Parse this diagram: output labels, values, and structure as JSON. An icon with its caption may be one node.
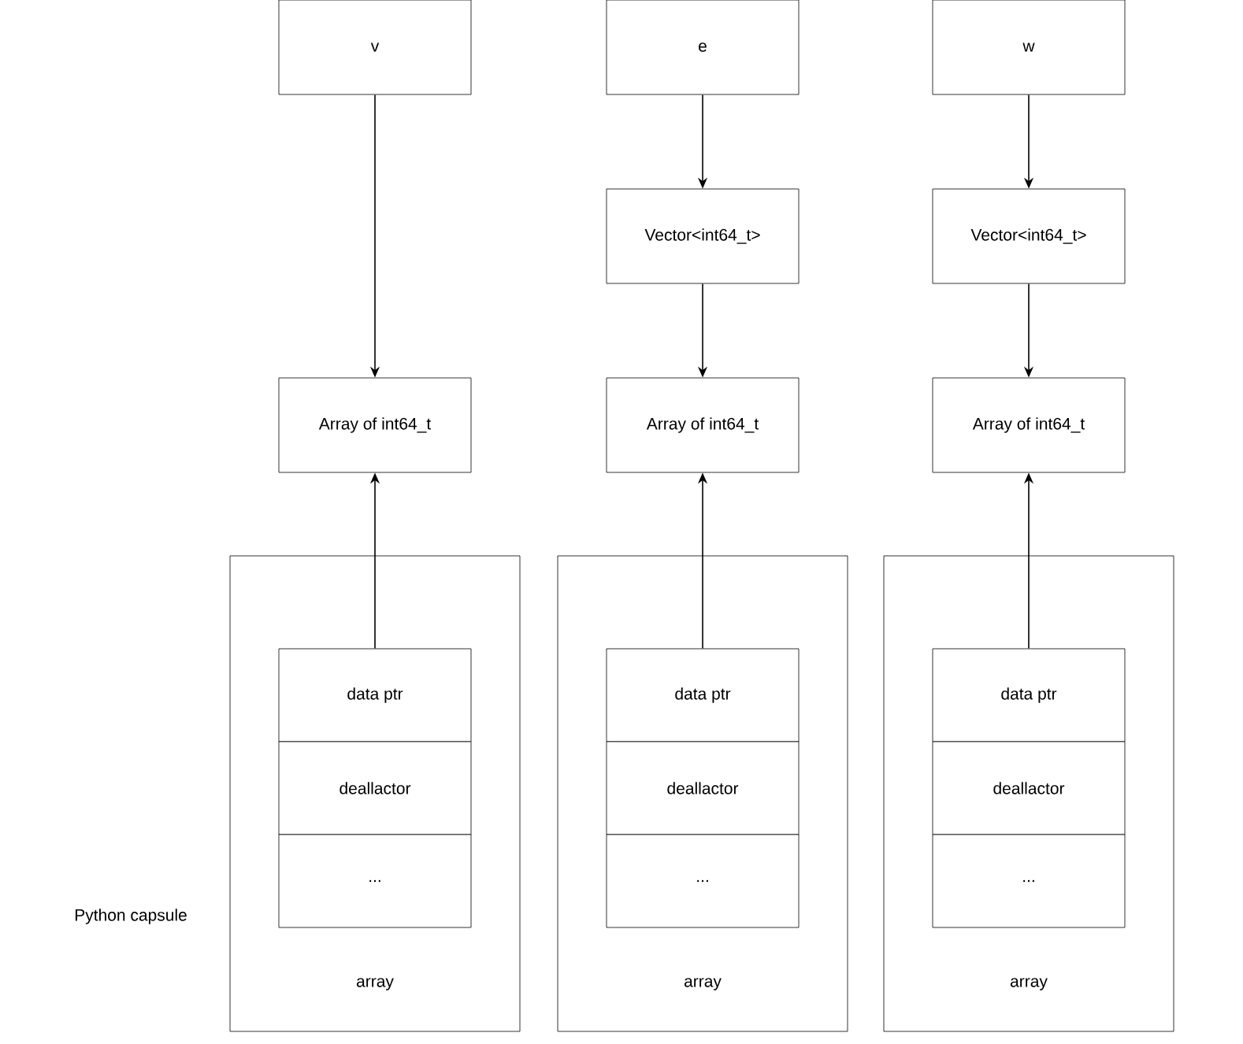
{
  "diagram": {
    "nodes": [
      {
        "text": [
          "v"
        ]
      },
      {
        "text": [
          "e"
        ]
      },
      {
        "text": [
          "w"
        ]
      },
      {
        "text": [
          "Vector<int64_t>"
        ]
      },
      {
        "text": [
          "Vector<int64_t>"
        ]
      },
      {
        "text": [
          "Array of int64_t"
        ]
      },
      {
        "text": [
          "Array of int64_t"
        ]
      },
      {
        "text": [
          "Array of int64_t"
        ]
      },
      {
        "text": [
          "array"
        ]
      },
      {
        "text": [
          "data ptr"
        ],
        "in": 8
      },
      {
        "text": [
          "deallactor"
        ],
        "in": 8
      },
      {
        "text": [
          "..."
        ],
        "in": 8
      },
      {
        "text": [
          "array"
        ]
      },
      {
        "text": [
          "data ptr"
        ],
        "in": 12
      },
      {
        "text": [
          "deallactor"
        ],
        "in": 12
      },
      {
        "text": [
          "..."
        ],
        "in": 12
      },
      {
        "text": [
          "array"
        ]
      },
      {
        "text": [
          "data ptr"
        ],
        "in": 16
      },
      {
        "text": [
          "deallactor"
        ],
        "in": 16
      },
      {
        "text": [
          "..."
        ],
        "in": 16
      }
    ],
    "edges": [
      {
        "from": 0,
        "to": 5,
        "arrow": "to"
      },
      {
        "from": 1,
        "to": 3,
        "arrow": "to"
      },
      {
        "from": 3,
        "to": 6,
        "arrow": "to"
      },
      {
        "from": 2,
        "to": 4,
        "arrow": "to"
      },
      {
        "from": 4,
        "to": 7,
        "arrow": "to"
      },
      {
        "from": 9,
        "to": 5,
        "arrow": "to"
      },
      {
        "from": 13,
        "to": 6,
        "arrow": "to"
      },
      {
        "from": 17,
        "to": 7,
        "arrow": "to"
      }
    ],
    "labels": [
      "Python capsule"
    ]
  }
}
